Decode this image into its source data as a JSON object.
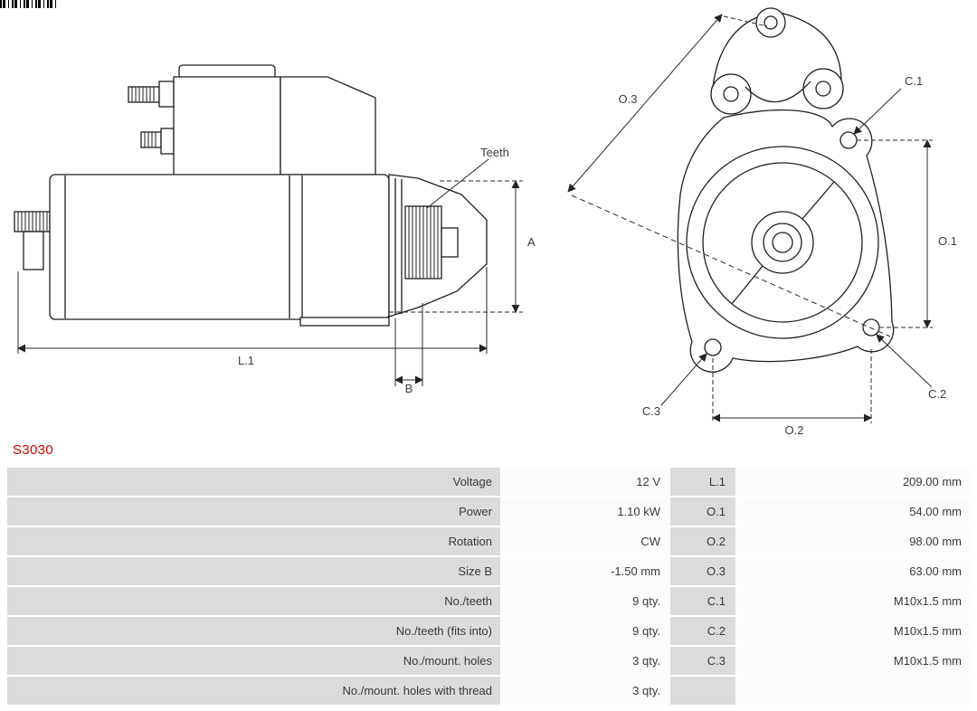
{
  "page": {
    "part_number": "S3030",
    "accent_color": "#d40000"
  },
  "drawing": {
    "side_view": {
      "teeth": "Teeth",
      "a": "A",
      "l1": "L.1",
      "b": "B"
    },
    "front_view": {
      "o1": "O.1",
      "o2": "O.2",
      "o3": "O.3",
      "c1": "C.1",
      "c2": "C.2",
      "c3": "C.3"
    }
  },
  "table": {
    "rows": [
      {
        "label": "Voltage",
        "value": "12 V",
        "dim_label": "L.1",
        "dim_value": "209.00 mm"
      },
      {
        "label": "Power",
        "value": "1.10 kW",
        "dim_label": "O.1",
        "dim_value": "54.00 mm"
      },
      {
        "label": "Rotation",
        "value": "CW",
        "dim_label": "O.2",
        "dim_value": "98.00 mm"
      },
      {
        "label": "Size B",
        "value": "-1.50 mm",
        "dim_label": "O.3",
        "dim_value": "63.00 mm"
      },
      {
        "label": "No./teeth",
        "value": "9 qty.",
        "dim_label": "C.1",
        "dim_value": "M10x1.5 mm"
      },
      {
        "label": "No./teeth (fits into)",
        "value": "9 qty.",
        "dim_label": "C.2",
        "dim_value": "M10x1.5 mm"
      },
      {
        "label": "No./mount. holes",
        "value": "3 qty.",
        "dim_label": "C.3",
        "dim_value": "M10x1.5 mm"
      },
      {
        "label": "No./mount. holes with thread",
        "value": "3 qty.",
        "dim_label": "",
        "dim_value": ""
      }
    ]
  }
}
